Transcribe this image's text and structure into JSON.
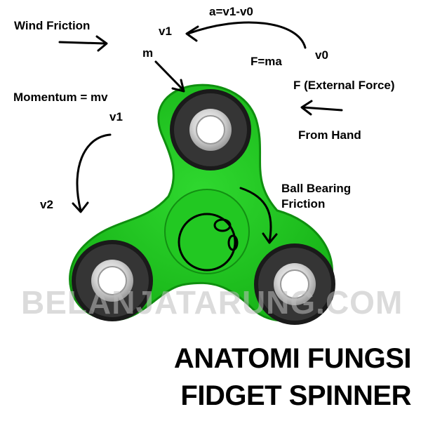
{
  "colors": {
    "spinner_body": "#1ec31e",
    "spinner_outline": "#0f8f0f",
    "bearing_dark": "#2a2a2a",
    "bearing_steel": "#c8c8c8",
    "ink": "#000000",
    "watermark": "#bebebe"
  },
  "labels": {
    "wind_friction": "Wind Friction",
    "accel": "a=v1-v0",
    "v1_top": "v1",
    "m": "m",
    "v0": "v0",
    "f_ma": "F=ma",
    "external_force": "F (External Force)",
    "momentum": "Momentum = mv",
    "v1_left": "v1",
    "from_hand": "From Hand",
    "v2": "v2",
    "ball_bearing_line1": "Ball Bearing",
    "ball_bearing_line2": "Friction"
  },
  "watermark": "BELANJATARUNG.COM",
  "title": {
    "line1": "ANATOMI FUNGSI",
    "line2": "FIDGET SPINNER"
  }
}
